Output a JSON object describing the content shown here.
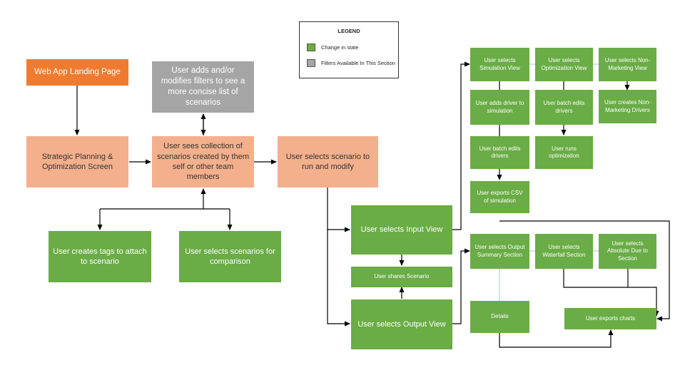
{
  "legend": {
    "title": "LEGEND",
    "items": [
      {
        "label": "Change in state",
        "color": "#6aac45"
      },
      {
        "label": "Filters Available In This Section",
        "color": "#a5a5a5"
      }
    ]
  },
  "colors": {
    "orange": "#ee7b30",
    "peach": "#f4b08c",
    "gray": "#a5a5a5",
    "green": "#6aac45"
  },
  "nodes": {
    "landing": "Web App Landing Page",
    "strategic": "Strategic Planning & Optimization Screen",
    "filters": "User adds and/or modifies filters to see a more concise list of scenarios",
    "collection": "User sees collection of scenarios created by them self or other team members",
    "select_scenario": "User selects scenario to run and modify",
    "create_tags": "User creates tags to attach to scenario",
    "compare": "User selects scenarios for comparison",
    "input_view": "User selects Input View",
    "share": "User shares Scenario",
    "output_view": "User selects Output View",
    "simulation_view": "User selects Simulation View",
    "optimization_view": "User selects Optimization View",
    "nonmarketing_view": "User selects Non-Marketing View",
    "add_driver": "User adds driver to simulation",
    "batch_edit_1": "User batch edits drivers",
    "create_nonmarketing": "User creates Non-Marketing Drivers",
    "batch_edit_2": "User batch edits drivers",
    "runs_optimization": "User runs optimization",
    "export_csv": "User exports CSV of simulation",
    "output_summary": "User selects Output Summary Section",
    "waterfall": "User selects Waterfall Section",
    "absolute_due": "User selects Absolute Due to Section",
    "details": "Details",
    "export_charts": "User exports charts"
  }
}
